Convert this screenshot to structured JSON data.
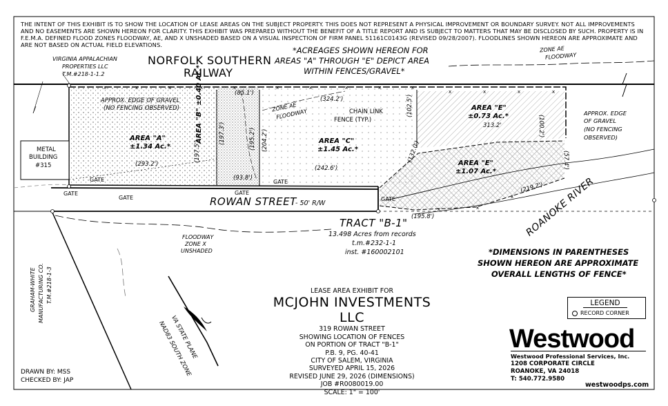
{
  "notes": "THE INTENT OF THIS EXHIBIT IS TO SHOW THE LOCATION OF LEASE AREAS ON THE SUBJECT PROPERTY. THIS DOES NOT REPRESENT A PHYSICAL IMPROVEMENT OR BOUNDARY SURVEY. NOT ALL IMPROVEMENTS AND NO EASEMENTS ARE SHOWN HEREON FOR CLARITY. THIS EXHIBIT WAS PREPARED WITHOUT THE BENEFIT OF A TITLE REPORT AND IS SUBJECT TO MATTERS THAT MAY BE DISCLOSED BY SUCH. PROPERTY IS IN F.E.M.A. DEFINED FLOOD ZONES FLOODWAY, AE, AND X UNSHADED BASED ON A VISUAL INSPECTION OF FIRM PANEL 51161C0143G (REVISED 09/28/2007). FLOODLINES SHOWN HEREON ARE APPROXIMATE AND ARE NOT BASED ON ACTUAL FIELD ELEVATIONS.",
  "labels": {
    "norfolk_southern": "NORFOLK SOUTHERN",
    "railway": "RAILWAY",
    "acreage_note": [
      "*ACREAGES SHOWN HEREON FOR",
      "AREAS \"A\" THROUGH \"E\" DEPICT AREA",
      "WITHIN FENCES/GRAVEL*"
    ],
    "virginia_app": [
      "VIRGINIA APPALACHIAN",
      "PROPERTIES LLC",
      "T.M.#218-1-1.2"
    ],
    "zone_ae_floodway_tr": [
      "ZONE AE",
      "FLOODWAY"
    ],
    "approx_edge_left": [
      "APPROX. EDGE OF GRAVEL",
      "(NO FENCING OBSERVED)"
    ],
    "approx_edge_right": [
      "APPROX. EDGE",
      "OF GRAVEL",
      "(NO FENCING",
      "OBSERVED)"
    ],
    "metal_building": [
      "METAL",
      "BUILDING",
      "#315"
    ],
    "area_a": [
      "AREA \"A\"",
      "±1.34 Ac.*"
    ],
    "area_b": "AREA \"B\" ±0.40 Ac.*",
    "area_c": [
      "AREA \"C\"",
      "±1.45 Ac.*"
    ],
    "area_e1": [
      "AREA \"E\"",
      "±0.73 Ac.*"
    ],
    "area_e2": [
      "AREA \"E\"",
      "±1.07 Ac.*"
    ],
    "zone_ae_floodway_mid": [
      "ZONE AE",
      "FLOODWAY"
    ],
    "chain_link": [
      "CHAIN LINK",
      "FENCE (TYP.)"
    ],
    "dims": {
      "d85_1": "(85.1')",
      "d197_3": "(197.3')",
      "d195_2": "(195.2')",
      "d204_2": "(204.2')",
      "d324_2": "(324.2')",
      "d102_5": "(102.5')",
      "d100_2": "(100.2')",
      "d313_2": "313.2'",
      "d197_5": "(197.5')",
      "d293_2": "(293.2')",
      "d93_8": "(93.8')",
      "d242_6": "(242.6')",
      "d132_0": "(132.0')",
      "d57_4": "(57.4')",
      "d219_2": "(219.2')",
      "d195_8": "(195.8')"
    },
    "gate": "GATE",
    "rowan_street": "ROWAN STREET",
    "row": "- 50' R/W",
    "tract": "TRACT \"B-1\"",
    "tract_info": [
      "13.498 Acres from records",
      "t.m.#232-1-1",
      "inst. #160002101"
    ],
    "floodway_zone_x": [
      "FLOODWAY",
      "ZONE X",
      "UNSHADED"
    ],
    "roanoke_river": "ROANOKE RIVER",
    "graham_white": [
      "GRAHAM-WHITE",
      "MANUFACTURING CO.",
      "T.M.#218-1-3"
    ],
    "va_state_plane": [
      "VA STATE PLANE",
      "NAD83 SOUTH ZONE"
    ],
    "dims_note": [
      "*DIMENSIONS IN PARENTHESES",
      "SHOWN HEREON ARE APPROXIMATE",
      "OVERALL LENGTHS OF FENCE*"
    ]
  },
  "title_block": {
    "lease_area": "LEASE AREA EXHIBIT FOR",
    "company": "MCJOHN INVESTMENTS LLC",
    "lines": [
      "319 ROWAN STREET",
      "SHOWING LOCATION OF FENCES",
      "ON PORTION OF TRACT \"B-1\"",
      "P.B. 9, PG. 40-41",
      "CITY OF SALEM, VIRGINIA",
      "SURVEYED APRIL 15, 2026",
      "REVISED JUNE 29, 2026 (DIMENSIONS)",
      "JOB #R0080019.00",
      "SCALE: 1\" = 100'"
    ]
  },
  "drawn_by": "DRAWN BY: MSS",
  "checked_by": "CHECKED BY: JAP",
  "legend": {
    "title": "LEGEND",
    "item": "RECORD CORNER"
  },
  "firm": {
    "name": "Westwood",
    "sub": "Westwood Professional Services, Inc.",
    "address": [
      "1208 CORPORATE CIRCLE",
      "ROANOKE, VA 24018",
      "T: 540.772.9580"
    ],
    "web": "westwoodps.com"
  }
}
